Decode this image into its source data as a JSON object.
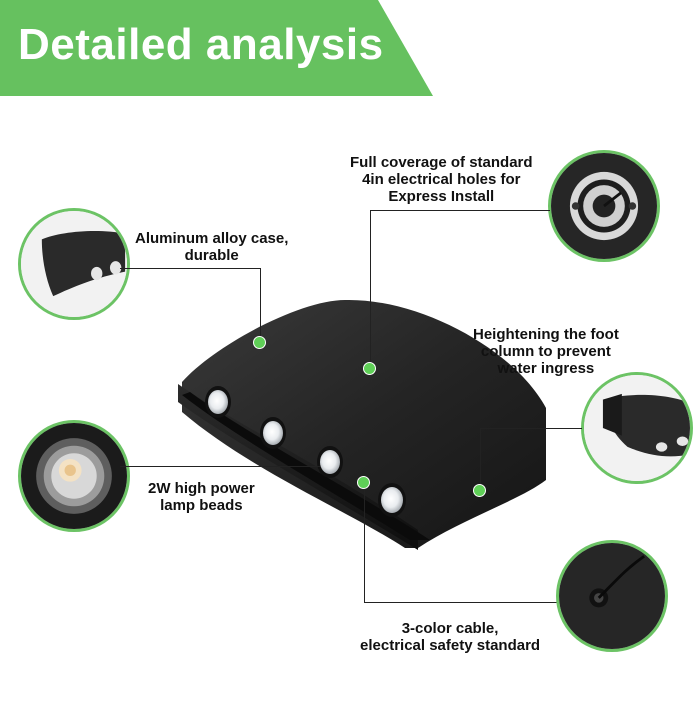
{
  "header": {
    "title": "Detailed analysis"
  },
  "colors": {
    "accent_green": "#66c15f",
    "product_body": "#232323",
    "text": "#111111"
  },
  "callouts": {
    "case": {
      "lines": [
        "Aluminum alloy case,",
        "durable"
      ]
    },
    "holes": {
      "lines": [
        "Full coverage of standard",
        "4in electrical holes for",
        "Express Install"
      ]
    },
    "foot": {
      "lines": [
        "Heightening the foot",
        "column to prevent",
        "water ingress"
      ]
    },
    "beads": {
      "lines": [
        "2W high power",
        "lamp beads"
      ]
    },
    "cable": {
      "lines": [
        "3-color cable,",
        "electrical safety standard"
      ]
    }
  },
  "icons": [
    "case-detail-icon",
    "mounting-plate-icon",
    "foot-column-icon",
    "lamp-bead-icon",
    "cable-outlet-icon"
  ]
}
